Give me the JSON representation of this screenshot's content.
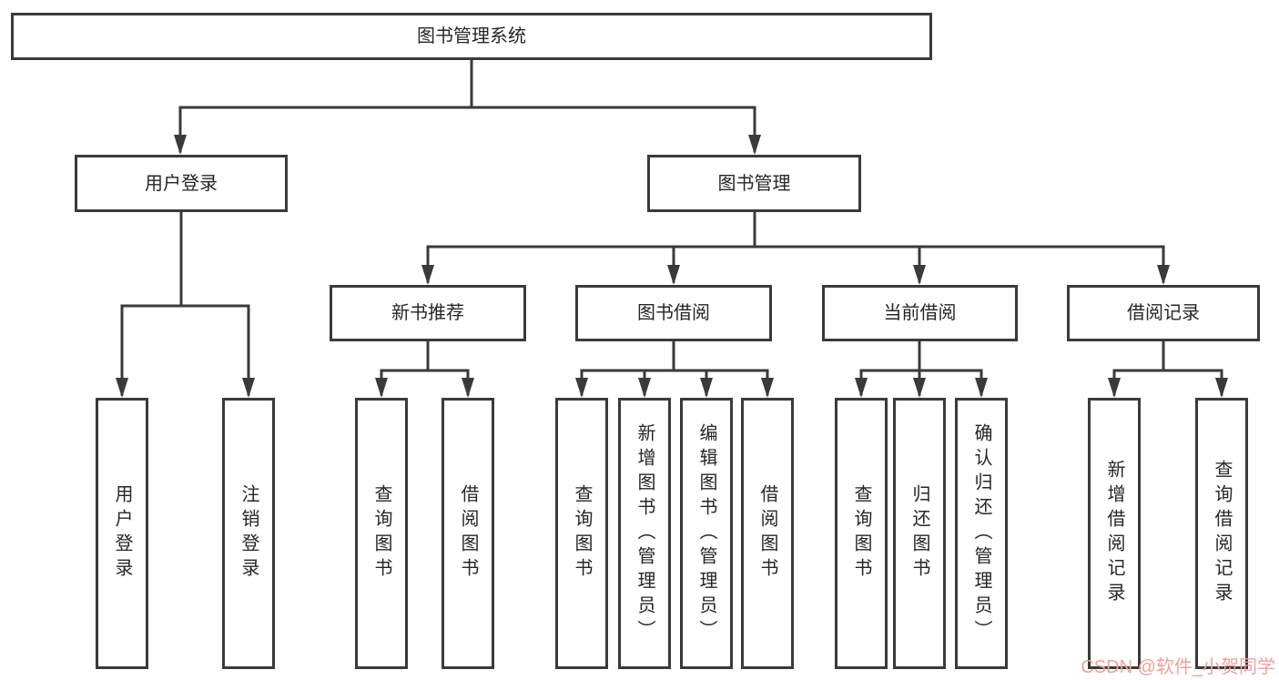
{
  "nodes": {
    "root": "图书管理系统",
    "user_login_group": "用户登录",
    "book_mgmt_group": "图书管理",
    "new_book_rec": "新书推荐",
    "book_borrow": "图书借阅",
    "current_borrow": "当前借阅",
    "borrow_records": "借阅记录",
    "leaf_user_login": "用户登录",
    "leaf_logout": "注销登录",
    "leaf_query_books_rec": "查询图书",
    "leaf_borrow_books_rec": "借阅图书",
    "leaf_query_books_borrow": "查询图书",
    "leaf_add_book_admin": "新增图书（管理员）",
    "leaf_edit_book_admin": "编辑图书（管理员）",
    "leaf_borrow_books_borrow": "借阅图书",
    "leaf_query_books_current": "查询图书",
    "leaf_return_book": "归还图书",
    "leaf_confirm_return_admin": "确认归还（管理员）",
    "leaf_add_borrow_record": "新增借阅记录",
    "leaf_query_borrow_record": "查询借阅记录"
  },
  "watermark": "CSDN @软件_小贺同学",
  "colors": {
    "line": "#3a3a3a",
    "text": "#262626",
    "watermark": "#f0a29b",
    "background": "#ffffff"
  }
}
